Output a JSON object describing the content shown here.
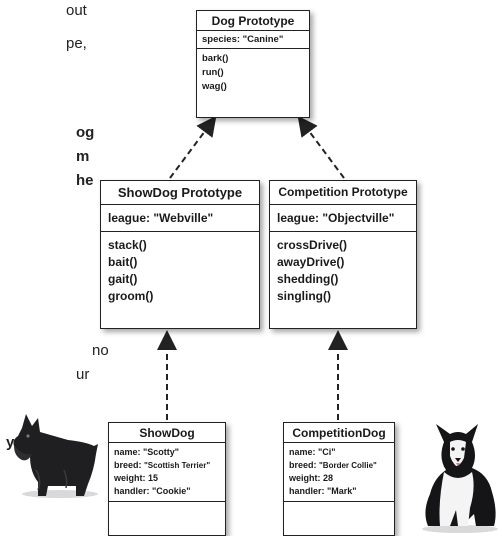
{
  "side_text_fragments": [
    "out",
    "pe,",
    "og",
    "m",
    "he",
    "no",
    "ur",
    "y"
  ],
  "dog_prototype": {
    "title": "Dog Prototype",
    "species_line": "species: \"Canine\"",
    "methods": [
      "bark()",
      "run()",
      "wag()"
    ]
  },
  "showdog_prototype": {
    "title": "ShowDog Prototype",
    "league_line": "league: \"Webville\"",
    "methods": [
      "stack()",
      "bait()",
      "gait()",
      "groom()"
    ]
  },
  "competition_prototype": {
    "title": "Competition Prototype",
    "league_line": "league: \"Objectville\"",
    "methods": [
      "crossDrive()",
      "awayDrive()",
      "shedding()",
      "singling()"
    ]
  },
  "showdog": {
    "title": "ShowDog",
    "name": "name: \"Scotty\"",
    "breed_label": "breed: ",
    "breed_value": "\"Scottish Terrier\"",
    "weight": "weight: 15",
    "handler": "handler: \"Cookie\""
  },
  "competitiondog": {
    "title": "CompetitionDog",
    "name": "name: \"Ci\"",
    "breed_label": "breed: ",
    "breed_value": "\"Border Collie\"",
    "weight": "weight: 28",
    "handler": "handler: \"Mark\""
  },
  "colors": {
    "border": "#222222",
    "background": "#ffffff",
    "arrow": "#222222"
  }
}
